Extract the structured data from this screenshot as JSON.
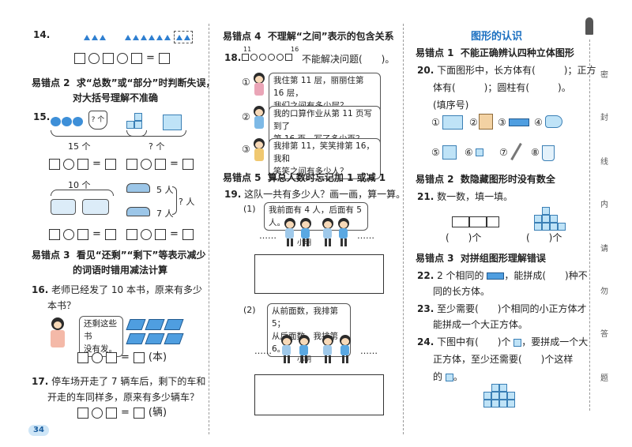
{
  "col1": {
    "q14": {
      "num": "14."
    },
    "note2": {
      "label": "易错点 2",
      "text1": "求“总数”或“部分”时判断失误，",
      "text2": "对大括号理解不准确"
    },
    "q15": {
      "num": "15.",
      "label_15": "15 个",
      "label_q": "? 个",
      "label_10": "10 个",
      "label_5p": "5 人",
      "label_7p": "7 人",
      "label_qp": "? 人",
      "q_mark": "? 个"
    },
    "note3": {
      "label": "易错点 3",
      "text1": "看见“还剩”“剩下”等表示减少",
      "text2": "的词语时错用减法计算"
    },
    "q16": {
      "num": "16.",
      "text1": "老师已经发了 10 本书，原来有多少",
      "text2": "本书？",
      "bubble1": "还剩这些书",
      "bubble2": "没有发。",
      "unit": "(本)"
    },
    "q17": {
      "num": "17.",
      "text1": "停车场开走了 7 辆车后，剩下的车和",
      "text2": "开走的车同样多，原来有多少辆车？",
      "unit": "(辆)"
    },
    "page_no": "34"
  },
  "col2": {
    "note4": {
      "label": "易错点 4",
      "text": "不理解“之间”表示的包含关系"
    },
    "q18": {
      "num": "18.",
      "n11": "11",
      "n16": "16",
      "text": "不能解决问题(　　)。",
      "opt1": "①",
      "b1a": "我住第 11 层，丽丽住第 16 层，",
      "b1b": "我们之间有多少层？",
      "opt2": "②",
      "b2a": "我的口算作业从第 11 页写到了",
      "b2b": "第 16 页，写了多少页？",
      "opt3": "③",
      "b3a": "我排第 11，笑笑排第 16，我和",
      "b3b": "笑笑之间有多少人？"
    },
    "note5": {
      "label": "易错点 5",
      "text": "算总人数时忘记加 1 或减 1"
    },
    "q19": {
      "num": "19.",
      "text": "这队一共有多少人？画一画，算一算。",
      "p1": "(1)",
      "p1bubble": "我前面有 4 人，后面有 5 人。",
      "xiaoming": "小明",
      "p2": "(2)",
      "p2a": "从前面数，我排第 5；",
      "p2b": "从后面数，我排第 6。",
      "xiaoming2": "小明",
      "dots": "……"
    }
  },
  "col3": {
    "title": "图形的认识",
    "note1": {
      "label": "易错点 1",
      "text": "不能正确辨认四种立体图形"
    },
    "q20": {
      "num": "20.",
      "l1": "下面图形中，长方体有(　　　)；正方",
      "l2": "体有(　　　)；圆柱有(　　　)。",
      "l3": "(填序号)",
      "labels": [
        "①",
        "②",
        "③",
        "④",
        "⑤",
        "⑥",
        "⑦",
        "⑧"
      ]
    },
    "note2": {
      "label": "易错点 2",
      "text": "数隐藏图形时没有数全"
    },
    "q21": {
      "num": "21.",
      "text": "数一数，填一填。",
      "fill1": "(　　)个",
      "fill2": "(　　)个"
    },
    "note3": {
      "label": "易错点 3",
      "text": "对拼组图形理解错误"
    },
    "q22": {
      "num": "22.",
      "l1a": "2 个相同的",
      "l1b": "，能拼成(　　)种不",
      "l2": "同的长方体。"
    },
    "q23": {
      "num": "23.",
      "l1": "至少需要(　　)个相同的小正方体才",
      "l2": "能拼成一个大正方体。"
    },
    "q24": {
      "num": "24.",
      "l1a": "下图中有(　　)个",
      "l1b": "，要拼成一个大",
      "l2": "正方体，至少还需要(　　)个这样",
      "l3": "的"
    }
  },
  "strip": {
    "chars": [
      "密",
      "封",
      "线",
      "内",
      "请",
      "勿",
      "答",
      "题"
    ]
  },
  "colors": {
    "accent": "#1a6fc0",
    "skin": "#f7d9b8",
    "cubeblue": "#bfe3f7"
  }
}
